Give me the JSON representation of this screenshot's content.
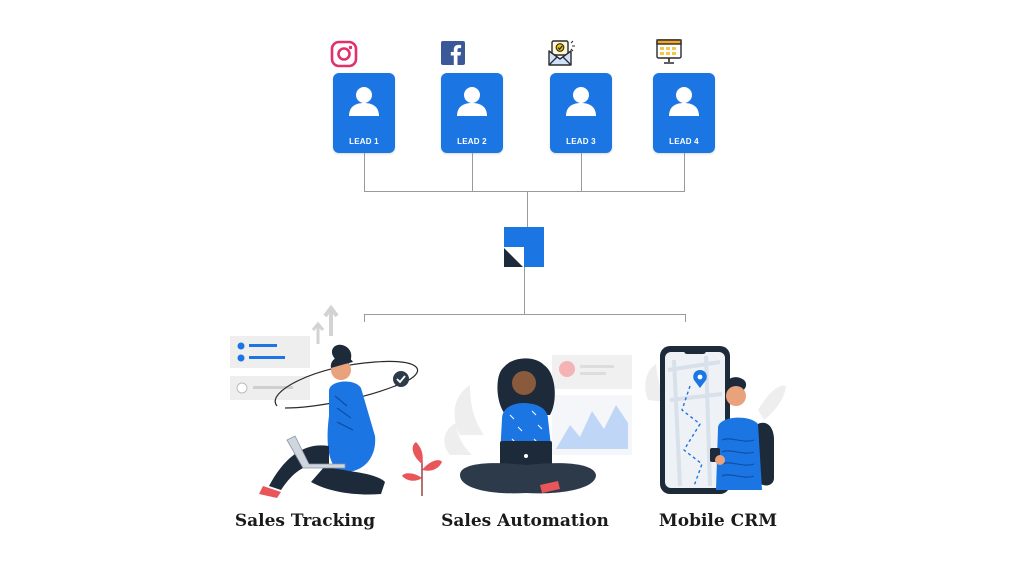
{
  "leads": [
    {
      "label": "LEAD 1",
      "channel_icon": "instagram-icon",
      "channel_color": "#e1306c"
    },
    {
      "label": "LEAD 2",
      "channel_icon": "facebook-icon",
      "channel_color": "#3b5998"
    },
    {
      "label": "LEAD 3",
      "channel_icon": "email-icon",
      "channel_color": "#1b76e4"
    },
    {
      "label": "LEAD 4",
      "channel_icon": "web-form-icon",
      "channel_color": "#f5a623"
    }
  ],
  "hub": {
    "icon": "crm-logo-icon",
    "color": "#1b76e4"
  },
  "features": [
    {
      "label": "Sales Tracking"
    },
    {
      "label": "Sales Automation"
    },
    {
      "label": "Mobile CRM"
    }
  ],
  "colors": {
    "accent": "#1b76e4",
    "connector": "#9a9a9a",
    "dark": "#1d2a3a",
    "coral": "#e8565a"
  }
}
